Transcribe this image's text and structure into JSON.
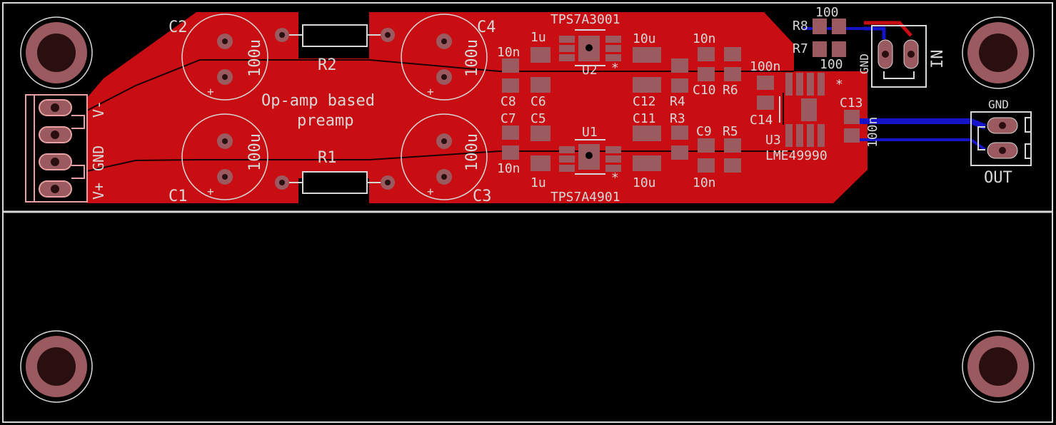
{
  "board": {
    "title": "Op-amp based",
    "subtitle": "preamp",
    "colors": {
      "background": "#000000",
      "copper_top": "#c80e12",
      "copper_bottom": "#1614c8",
      "silkscreen": "#d8d8d8",
      "pad": "#9b5a5f",
      "trace_dark": "#1a0000"
    }
  },
  "components": {
    "c2": {
      "ref": "C2",
      "value": "100u",
      "polarity": "+"
    },
    "c4": {
      "ref": "C4",
      "value": "100u",
      "polarity": "+"
    },
    "c1": {
      "ref": "C1",
      "value": "100u",
      "polarity": "+"
    },
    "c3": {
      "ref": "C3",
      "value": "100u",
      "polarity": "+"
    },
    "r1": {
      "ref": "R1"
    },
    "r2": {
      "ref": "R2"
    },
    "u1": {
      "ref": "U1",
      "part": "TPS7A4901"
    },
    "u2": {
      "ref": "U2",
      "part": "TPS7A3001"
    },
    "u3": {
      "ref": "U3",
      "part": "LME49990"
    },
    "c5": {
      "ref": "C5",
      "value": "1u"
    },
    "c6": {
      "ref": "C6",
      "value": "1u"
    },
    "c7": {
      "ref": "C7",
      "value": "10n"
    },
    "c8": {
      "ref": "C8",
      "value": "10n"
    },
    "c9": {
      "ref": "C9",
      "value": "10n"
    },
    "c10": {
      "ref": "C10",
      "value": "10n"
    },
    "c11": {
      "ref": "C11",
      "value": "10u"
    },
    "c12": {
      "ref": "C12",
      "value": "10u"
    },
    "c13": {
      "ref": "C13",
      "value": "100n"
    },
    "c14": {
      "ref": "C14",
      "value": "100n"
    },
    "r3": {
      "ref": "R3"
    },
    "r4": {
      "ref": "R4"
    },
    "r5": {
      "ref": "R5"
    },
    "r6": {
      "ref": "R6"
    },
    "r7": {
      "ref": "R7",
      "value": "100"
    },
    "r8": {
      "ref": "R8",
      "value": "100"
    }
  },
  "connectors": {
    "power": {
      "pins": [
        "V-",
        "GND",
        "V+"
      ]
    },
    "input": {
      "label": "IN",
      "gnd_label": "GND"
    },
    "output": {
      "label": "OUT",
      "gnd_label": "GND"
    }
  },
  "markers": {
    "pin1": "*"
  }
}
